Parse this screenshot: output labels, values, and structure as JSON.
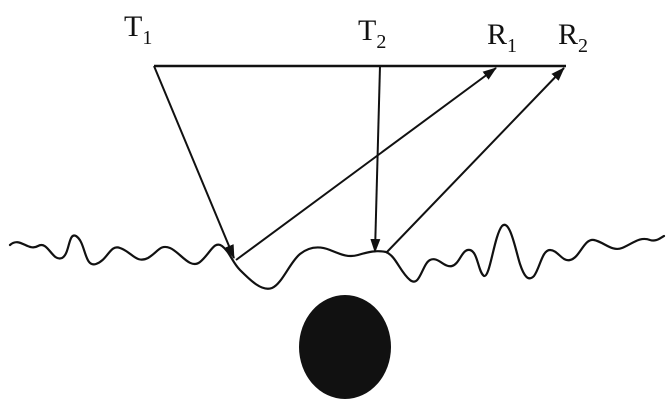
{
  "labels": {
    "t1": {
      "main": "T",
      "sub": "1"
    },
    "t2": {
      "main": "T",
      "sub": "2"
    },
    "r1": {
      "main": "R",
      "sub": "1"
    },
    "r2": {
      "main": "R",
      "sub": "2"
    }
  },
  "colors": {
    "ink": "#111111",
    "target": "#111111",
    "background": "#ffffff"
  }
}
